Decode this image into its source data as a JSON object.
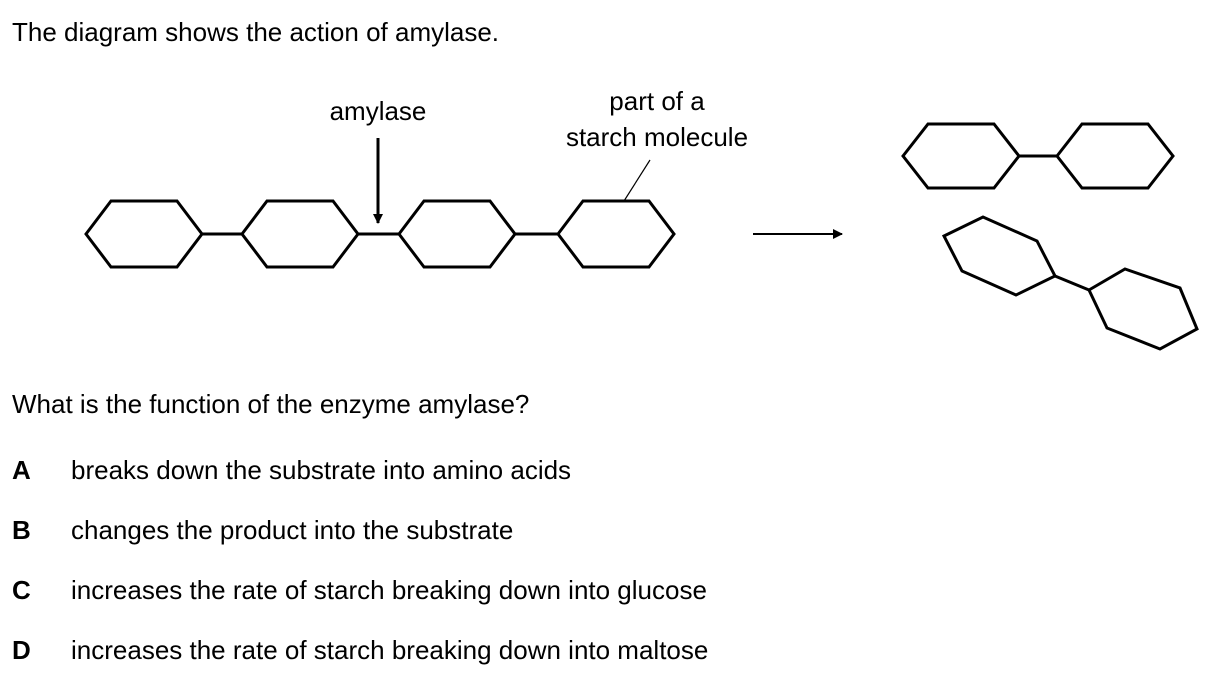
{
  "intro": "The diagram shows the action of amylase.",
  "diagram": {
    "label_enzyme": "amylase",
    "label_starch_line1": "part of a",
    "label_starch_line2": "starch molecule"
  },
  "question": "What is the function of the enzyme amylase?",
  "options": [
    {
      "letter": "A",
      "text": "breaks down the substrate into amino acids"
    },
    {
      "letter": "B",
      "text": "changes the product into the substrate"
    },
    {
      "letter": "C",
      "text": "increases the rate of starch breaking down into glucose"
    },
    {
      "letter": "D",
      "text": "increases the rate of starch breaking down into maltose"
    }
  ]
}
